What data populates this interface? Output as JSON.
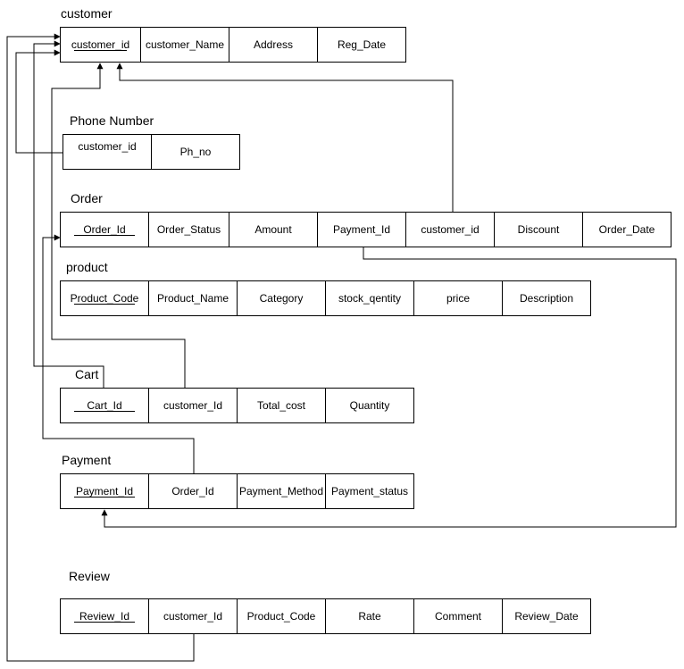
{
  "tables": [
    {
      "name": "customer",
      "columns": [
        "customer_id",
        "customer_Name",
        "Address",
        "Reg_Date"
      ],
      "keys": [
        "customer_id"
      ]
    },
    {
      "name": "Phone Number",
      "columns": [
        "customer_id",
        "Ph_no"
      ],
      "keys": []
    },
    {
      "name": "Order",
      "columns": [
        "Order_Id",
        "Order_Status",
        "Amount",
        "Payment_Id",
        "customer_id",
        "Discount",
        "Order_Date"
      ],
      "keys": [
        "Order_Id"
      ]
    },
    {
      "name": "product",
      "columns": [
        "Product_Code",
        "Product_Name",
        "Category",
        "stock_qentity",
        "price",
        "Description"
      ],
      "keys": [
        "Product_Code"
      ]
    },
    {
      "name": "Cart",
      "columns": [
        "Cart_Id",
        "customer_Id",
        "Total_cost",
        "Quantity"
      ],
      "keys": [
        "Cart_Id"
      ]
    },
    {
      "name": "Payment",
      "columns": [
        "Payment_Id",
        "Order_Id",
        "Payment_Method",
        "Payment_status"
      ],
      "keys": [
        "Payment_Id"
      ]
    },
    {
      "name": "Review",
      "columns": [
        "Review_Id",
        "customer_Id",
        "Product_Code",
        "Rate",
        "Comment",
        "Review_Date"
      ],
      "keys": [
        "Review_Id"
      ]
    }
  ],
  "relationships": [
    {
      "from": "Phone Number.customer_id",
      "to": "customer.customer_id"
    },
    {
      "from": "Order.customer_id",
      "to": "customer.customer_id"
    },
    {
      "from": "Cart.customer_Id",
      "to": "customer.customer_id"
    },
    {
      "from": "Review.customer_Id",
      "to": "customer.customer_id"
    },
    {
      "from": "Payment.Order_Id",
      "to": "Order.Order_Id"
    },
    {
      "from": "Order.Payment_Id",
      "to": "Payment.Payment_Id"
    }
  ]
}
